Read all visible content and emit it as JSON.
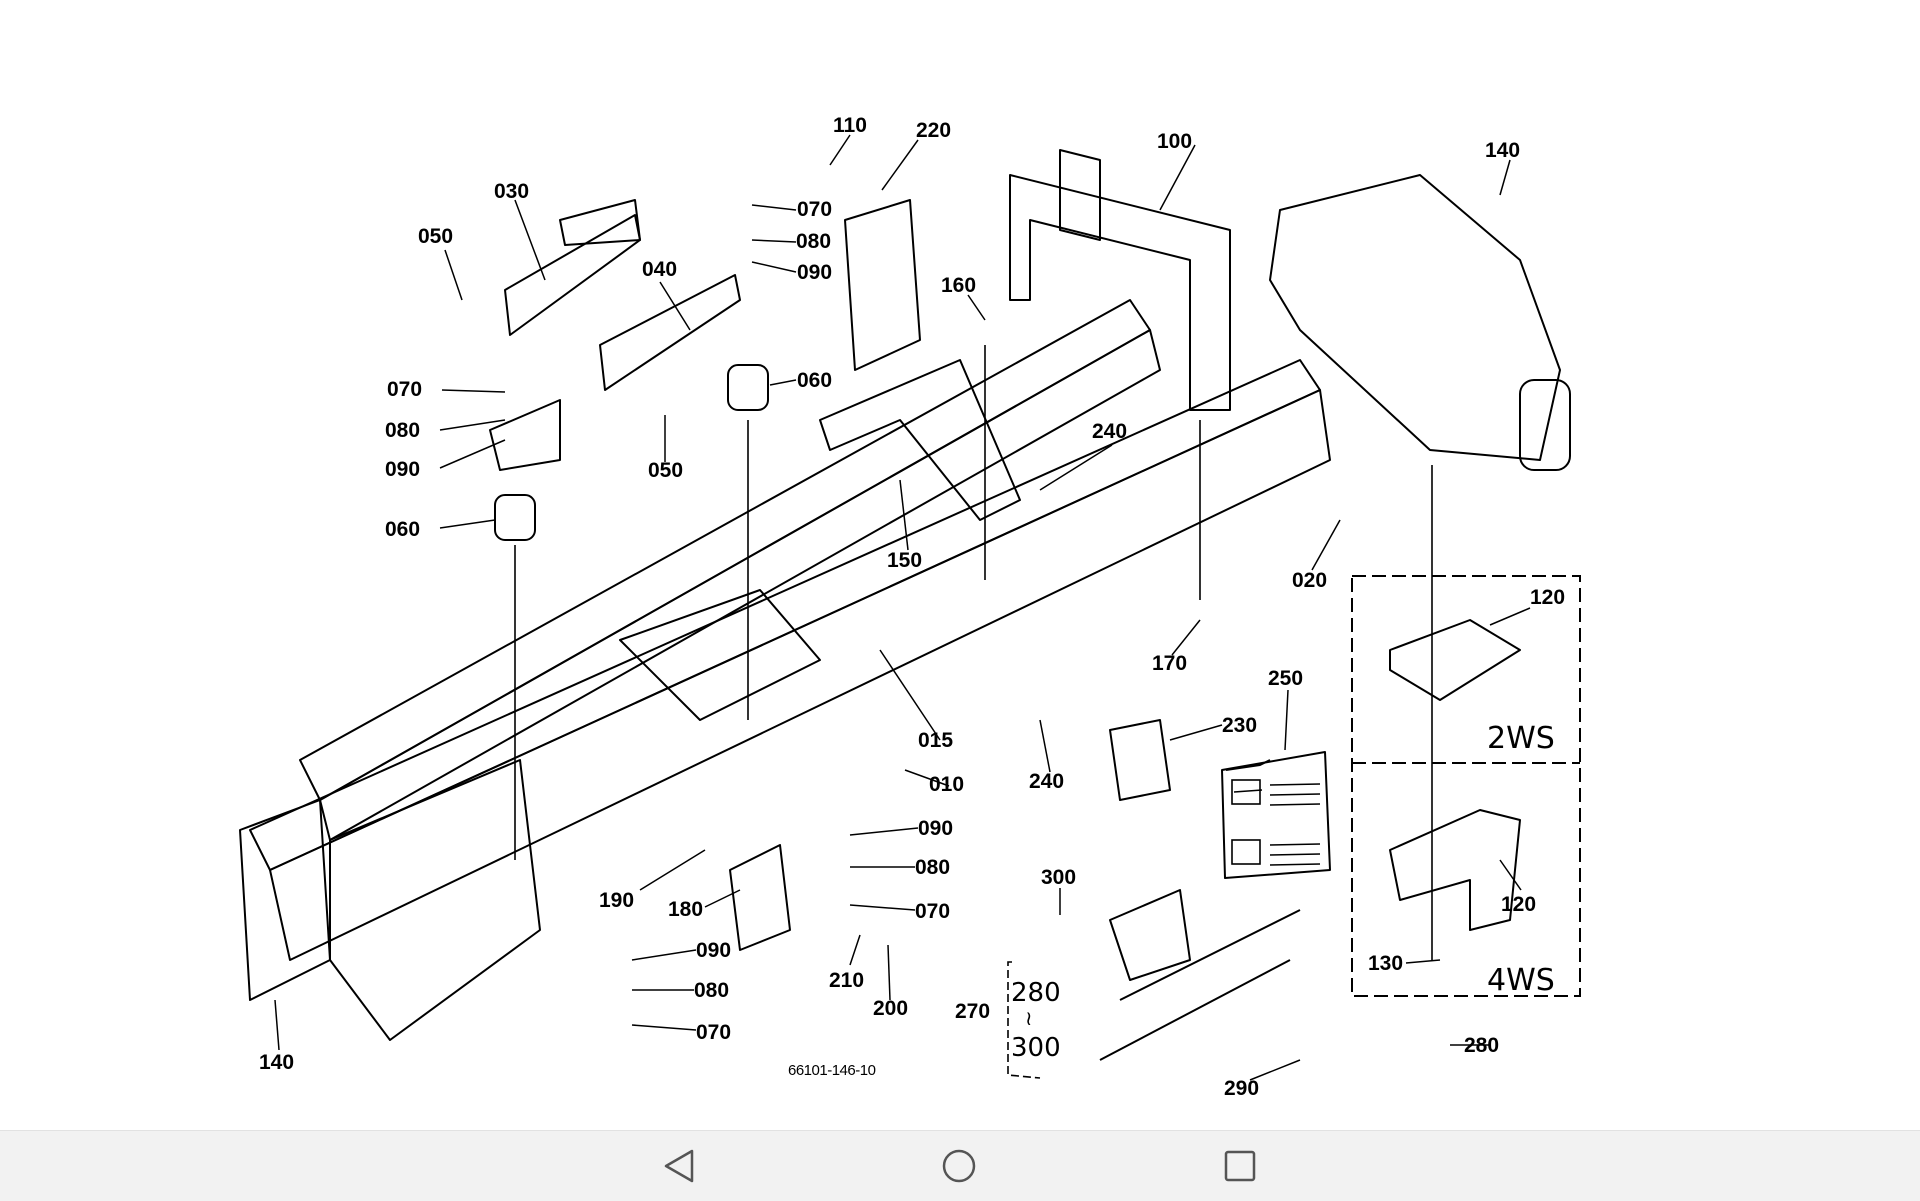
{
  "diagram": {
    "drawing_code": "66101-146-10",
    "variants": {
      "two_ws": "2WS",
      "four_ws": "4WS"
    },
    "range": {
      "top": "280",
      "sep": "≀",
      "bottom": "300"
    },
    "parts": [
      {
        "id": "p110",
        "text": "110"
      },
      {
        "id": "p220",
        "text": "220"
      },
      {
        "id": "p100",
        "text": "100"
      },
      {
        "id": "p140a",
        "text": "140"
      },
      {
        "id": "p030",
        "text": "030"
      },
      {
        "id": "p050a",
        "text": "050"
      },
      {
        "id": "p070a",
        "text": "070"
      },
      {
        "id": "p080a",
        "text": "080"
      },
      {
        "id": "p090a",
        "text": "090"
      },
      {
        "id": "p040",
        "text": "040"
      },
      {
        "id": "p160",
        "text": "160"
      },
      {
        "id": "p060a",
        "text": "060"
      },
      {
        "id": "p070b",
        "text": "070"
      },
      {
        "id": "p080b",
        "text": "080"
      },
      {
        "id": "p090b",
        "text": "090"
      },
      {
        "id": "p050b",
        "text": "050"
      },
      {
        "id": "p240a",
        "text": "240"
      },
      {
        "id": "p060b",
        "text": "060"
      },
      {
        "id": "p150",
        "text": "150"
      },
      {
        "id": "p020",
        "text": "020"
      },
      {
        "id": "p120a",
        "text": "120"
      },
      {
        "id": "p170",
        "text": "170"
      },
      {
        "id": "p250",
        "text": "250"
      },
      {
        "id": "p015",
        "text": "015"
      },
      {
        "id": "p230",
        "text": "230"
      },
      {
        "id": "p010",
        "text": "010"
      },
      {
        "id": "p240b",
        "text": "240"
      },
      {
        "id": "p090c",
        "text": "090"
      },
      {
        "id": "p080c",
        "text": "080"
      },
      {
        "id": "p070c",
        "text": "070"
      },
      {
        "id": "p300",
        "text": "300"
      },
      {
        "id": "p120b",
        "text": "120"
      },
      {
        "id": "p190",
        "text": "190"
      },
      {
        "id": "p180",
        "text": "180"
      },
      {
        "id": "p090d",
        "text": "090"
      },
      {
        "id": "p210",
        "text": "210"
      },
      {
        "id": "p130",
        "text": "130"
      },
      {
        "id": "p080d",
        "text": "080"
      },
      {
        "id": "p200",
        "text": "200"
      },
      {
        "id": "p270",
        "text": "270"
      },
      {
        "id": "p070d",
        "text": "070"
      },
      {
        "id": "p280",
        "text": "280"
      },
      {
        "id": "p140b",
        "text": "140"
      },
      {
        "id": "p290",
        "text": "290"
      }
    ]
  },
  "navbar": {
    "back": "back-triangle-icon",
    "home": "home-circle-icon",
    "recents": "recents-square-icon"
  }
}
